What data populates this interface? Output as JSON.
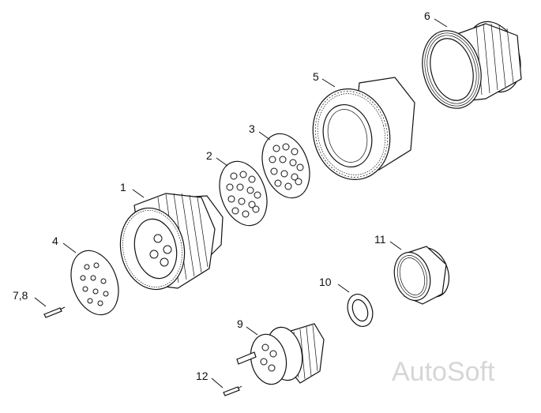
{
  "diagram": {
    "callouts": [
      "1",
      "2",
      "3",
      "4",
      "5",
      "6",
      "7,8",
      "9",
      "10",
      "11",
      "12"
    ],
    "watermark": "AutoSoft"
  }
}
